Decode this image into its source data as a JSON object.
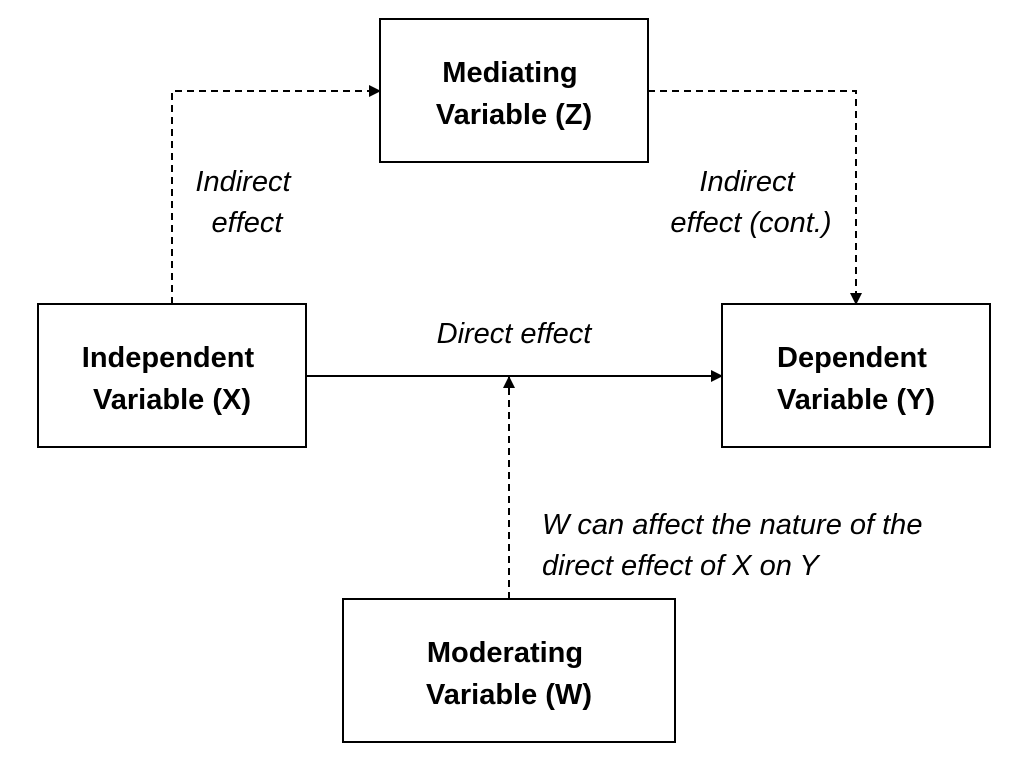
{
  "nodes": {
    "mediating": {
      "line1": "Mediating",
      "line2": "Variable (Z)"
    },
    "independent": {
      "line1": "Independent",
      "line2": "Variable (X)"
    },
    "dependent": {
      "line1": "Dependent",
      "line2": "Variable (Y)"
    },
    "moderating": {
      "line1": "Moderating",
      "line2": "Variable (W)"
    }
  },
  "edges": {
    "indirect_left": {
      "line1": "Indirect",
      "line2": "effect"
    },
    "indirect_right": {
      "line1": "Indirect",
      "line2": "effect (cont.)"
    },
    "direct": {
      "label": "Direct effect"
    },
    "moderation": {
      "line1": "W can affect the nature of the",
      "line2": "direct effect of X on Y"
    }
  }
}
